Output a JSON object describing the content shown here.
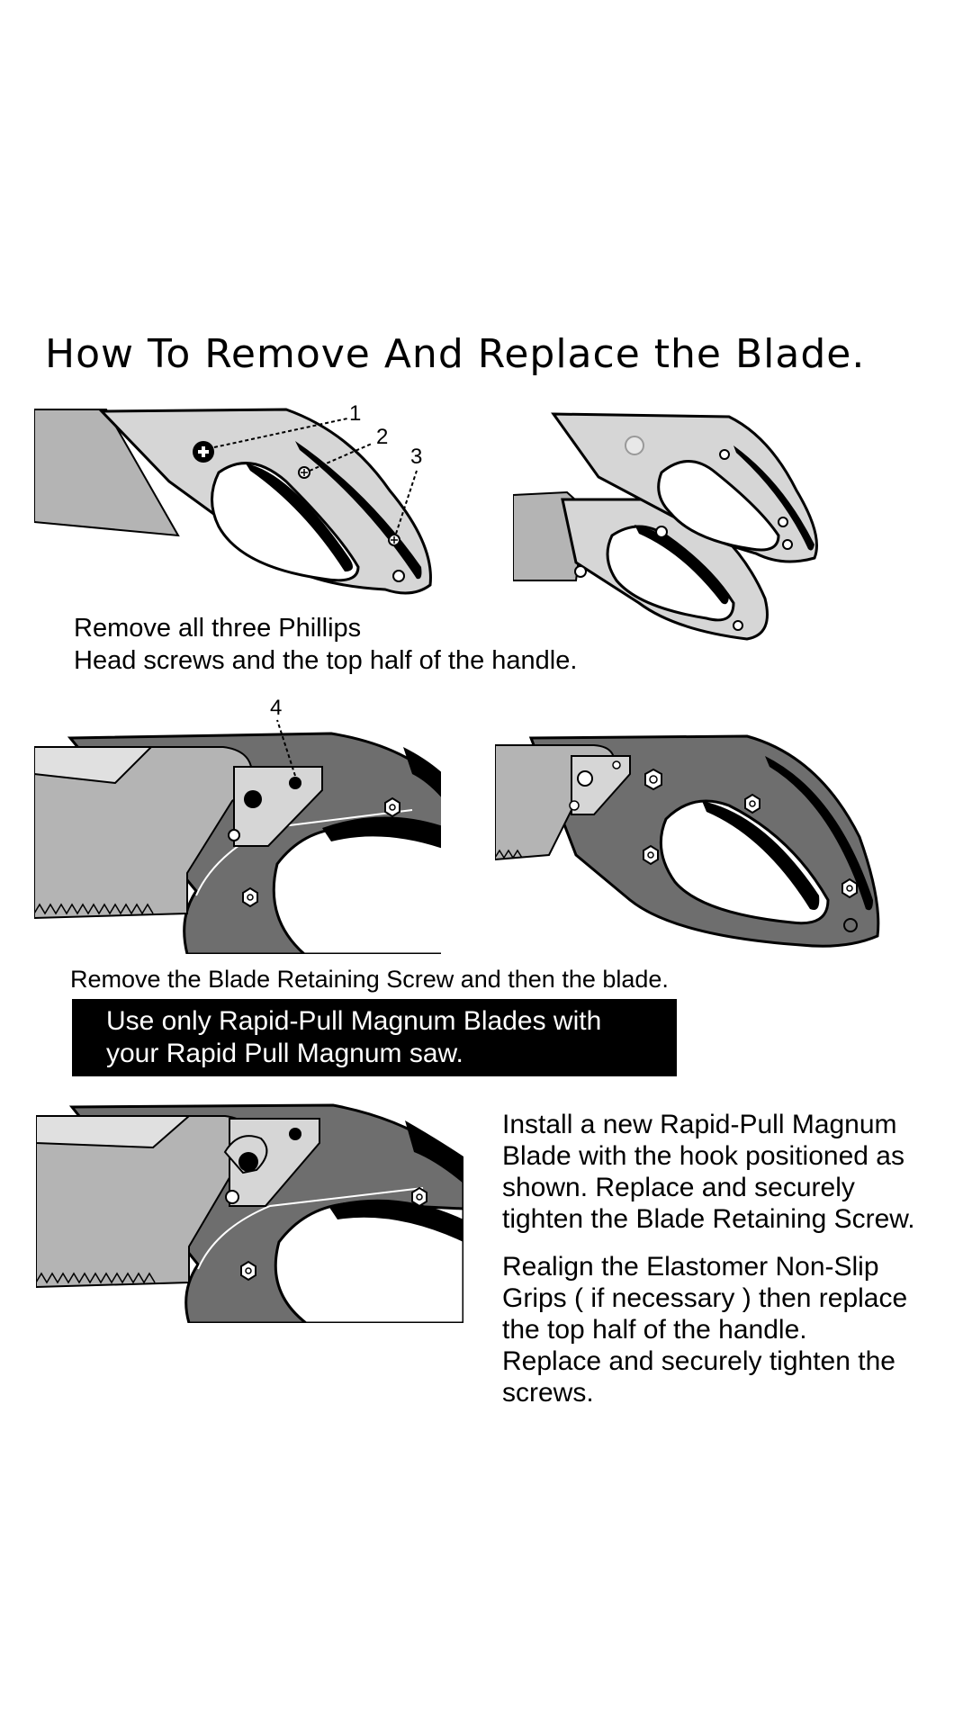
{
  "title": "How To Remove And Replace the Blade.",
  "step1": {
    "caption_lines": [
      "Remove all three Phillips",
      "Head screws and the top half of the handle."
    ],
    "callouts": [
      "1",
      "2",
      "3"
    ]
  },
  "step2": {
    "caption": "Remove the Blade Retaining Screw and then the blade.",
    "callout": "4"
  },
  "warning": {
    "lines": [
      "Use only Rapid-Pull Magnum Blades with",
      "your Rapid Pull Magnum saw."
    ]
  },
  "step3": {
    "para1_lines": [
      "Install a new Rapid-Pull Magnum",
      "Blade with the hook positioned as",
      "shown.  Replace and securely",
      "tighten the Blade Retaining Screw."
    ],
    "para2_lines": [
      "Realign the Elastomer Non-Slip",
      "Grips ( if necessary ) then replace",
      "the top half of the handle.",
      "Replace and securely tighten the",
      "screws."
    ]
  },
  "colors": {
    "handle_light": "#d6d6d6",
    "handle_dark": "#6e6e6e",
    "blade": "#b4b4b4",
    "grip": "#000000"
  }
}
